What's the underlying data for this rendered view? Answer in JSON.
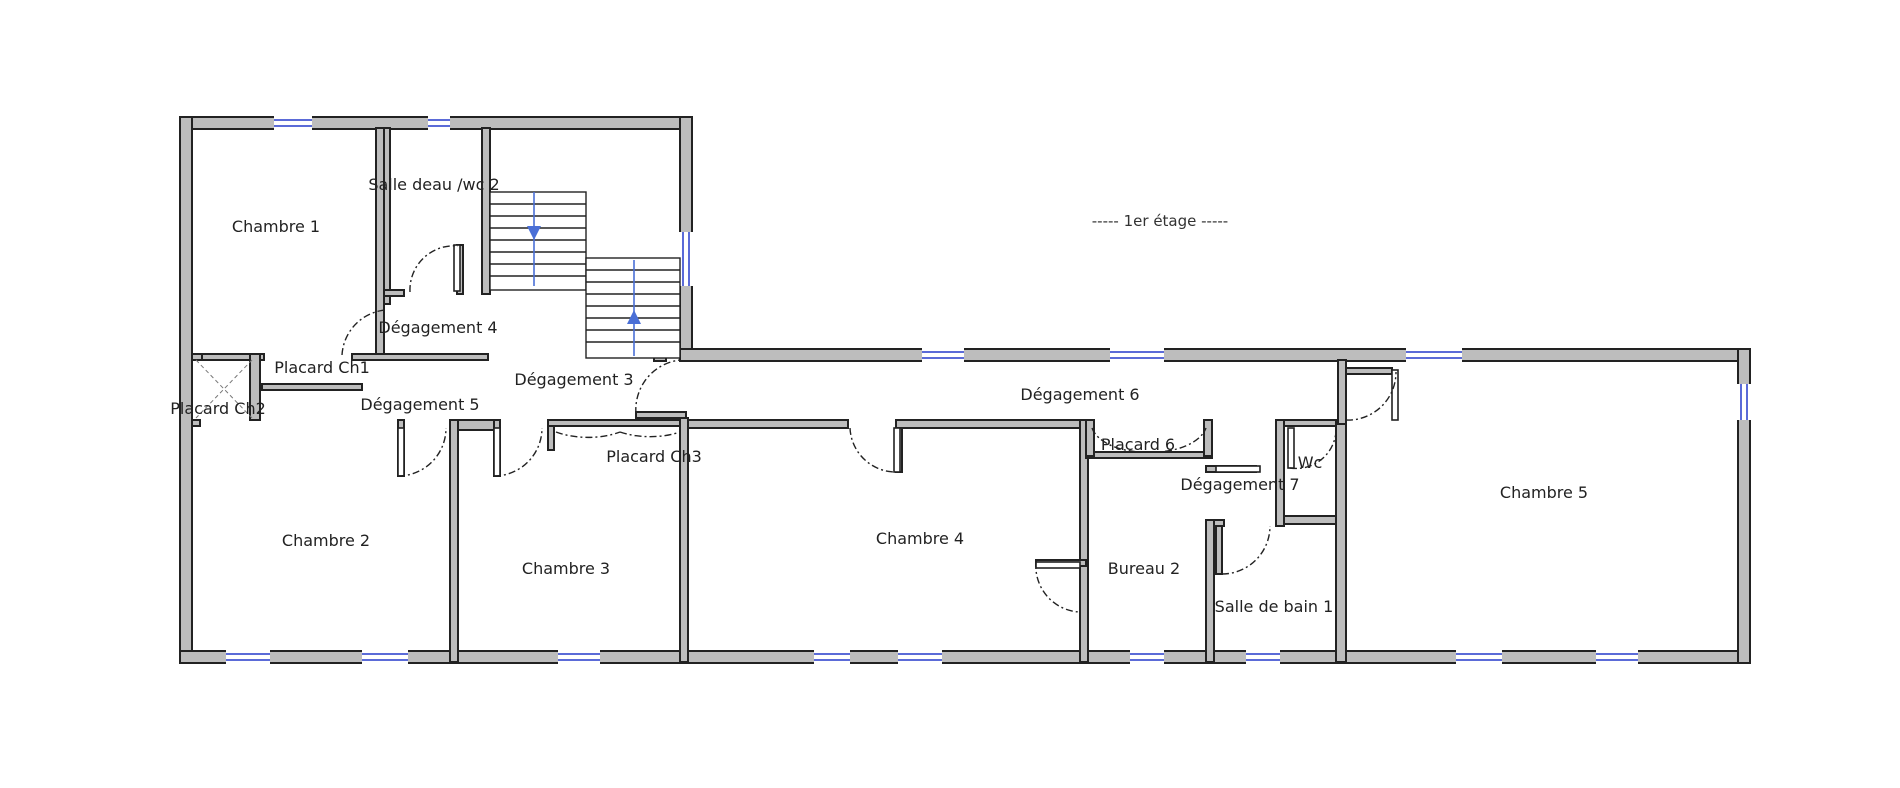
{
  "plan": {
    "level_title": "1er étage",
    "rooms": {
      "chambre_1": "Chambre 1",
      "salle_deau_wc2": "Salle deau /wc 2",
      "degagement_4": "Dégagement 4",
      "placard_ch1": "Placard Ch1",
      "degagement_3": "Dégagement 3",
      "degagement_5": "Dégagement 5",
      "placard_ch2": "Placard Ch2",
      "placard_ch3": "Placard Ch3",
      "degagement_6": "Dégagement 6",
      "placard_6": "Placard 6",
      "wc": "Wc",
      "degagement_7": "Dégagement 7",
      "chambre_2": "Chambre 2",
      "chambre_3": "Chambre 3",
      "chambre_4": "Chambre 4",
      "bureau_2": "Bureau 2",
      "salle_de_bain_1": "Salle de bain 1",
      "chambre_5": "Chambre 5"
    },
    "colors": {
      "wall": "#bdbdbd",
      "window": "#5b6bd8",
      "stair_arrow": "#4a6fd6"
    }
  }
}
